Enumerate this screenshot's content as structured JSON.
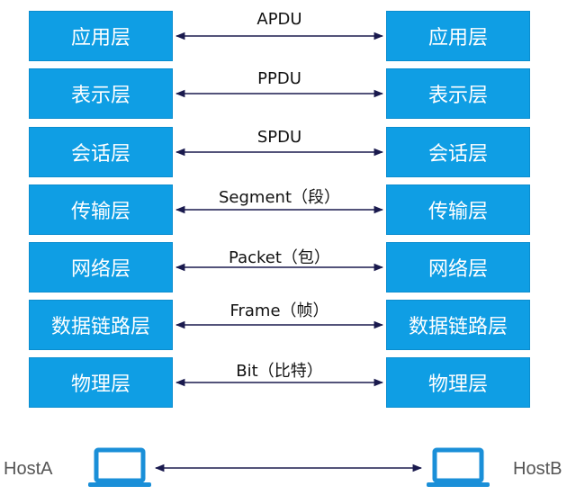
{
  "layers": [
    {
      "left_label": "应用层",
      "right_label": "应用层",
      "pdu": "APDU"
    },
    {
      "left_label": "表示层",
      "right_label": "表示层",
      "pdu": "PPDU"
    },
    {
      "left_label": "会话层",
      "right_label": "会话层",
      "pdu": "SPDU"
    },
    {
      "left_label": "传输层",
      "right_label": "传输层",
      "pdu": "Segment（段）"
    },
    {
      "left_label": "网络层",
      "right_label": "网络层",
      "pdu": "Packet（包）"
    },
    {
      "left_label": "数据链路层",
      "right_label": "数据链路层",
      "pdu": "Frame（帧）"
    },
    {
      "left_label": "物理层",
      "right_label": "物理层",
      "pdu": "Bit（比特）"
    }
  ],
  "hosts": {
    "left": "HostA",
    "right": "HostB"
  },
  "colors": {
    "box_fill": "#0f9ee4",
    "arrow": "#1a1a4e",
    "laptop": "#1a8fd8"
  }
}
